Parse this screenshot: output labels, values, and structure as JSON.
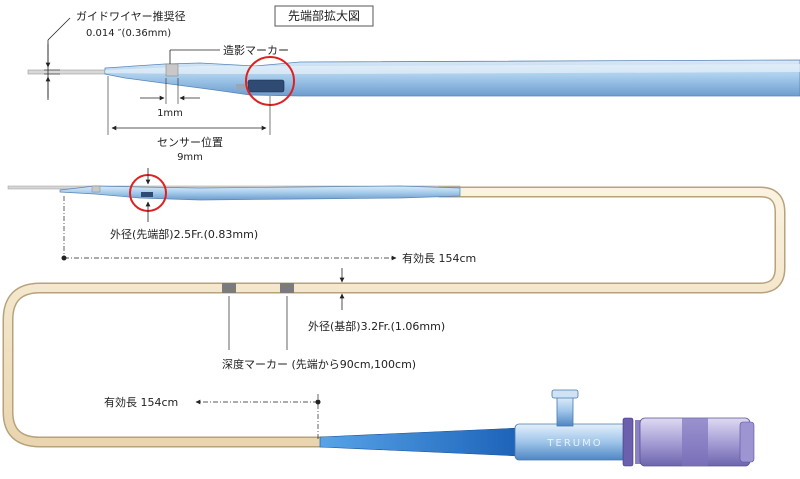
{
  "header": {
    "title": "先端部拡大図"
  },
  "labels": {
    "guidewire_title": "ガイドワイヤー推奨径",
    "guidewire_value": "0.014 ″(0.36mm)",
    "marker": "造影マーカー",
    "marker_width": "1mm",
    "sensor_pos": "センサー位置",
    "sensor_dist": "9mm",
    "outer_tip": "外径(先端部)2.5Fr.(0.83mm)",
    "effective_top": "有効長 154cm",
    "outer_base": "外径(基部)3.2Fr.(1.06mm)",
    "depth_marker": "深度マーカー (先端から90cm,100cm)",
    "effective_bottom": "有効長 154cm",
    "brand": "TERUMO"
  },
  "colors": {
    "catheter_blue": "#9ec6e8",
    "catheter_dark": "#5c8fc2",
    "shaft_tan": "#f4e4c4",
    "shaft_edge": "#b7a27c",
    "hub_purple": "#8f86c8",
    "hub_blue": "#1f6fc6",
    "red_circle": "#e02020"
  }
}
